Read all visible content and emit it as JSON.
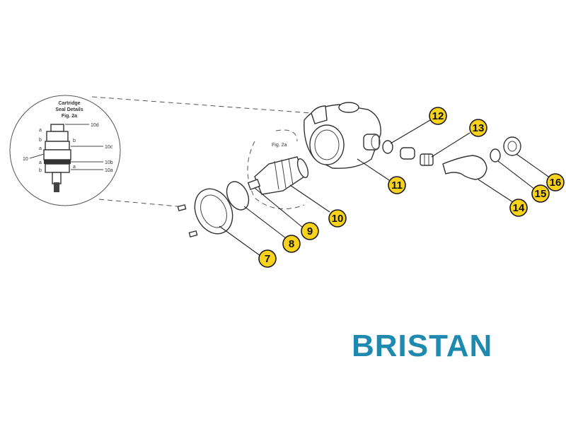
{
  "detail": {
    "title_line1": "Cartridge",
    "title_line2": "Seal Details",
    "title_line3": "Fig. 2a",
    "labels": [
      "10d",
      "10c",
      "10b",
      "10a"
    ],
    "side_label": "10",
    "letters": [
      "a",
      "b",
      "a",
      "b",
      "a",
      "b",
      "a"
    ]
  },
  "fig_label": "Fig. 2a",
  "callouts": [
    "7",
    "8",
    "9",
    "10",
    "11",
    "12",
    "13",
    "14",
    "15",
    "16"
  ],
  "brand": {
    "name": "BRISTAN",
    "color": "#1f8ab0"
  },
  "colors": {
    "callout_fill": "#f9d31b"
  }
}
